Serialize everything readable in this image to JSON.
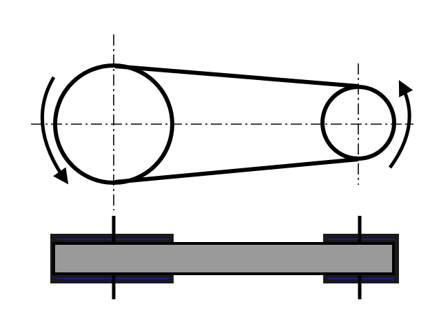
{
  "diagram": {
    "kind": "belt-drive",
    "colors": {
      "stroke": "#000000",
      "belt_fill": "#9a9a9a",
      "pulley_face": "#1a1a1a",
      "face_edge": "#1a1a8a",
      "background": "#ffffff"
    },
    "icons": {
      "left_rotation": "curved-arrow-counterclockwise",
      "right_rotation": "curved-arrow-counterclockwise"
    }
  }
}
